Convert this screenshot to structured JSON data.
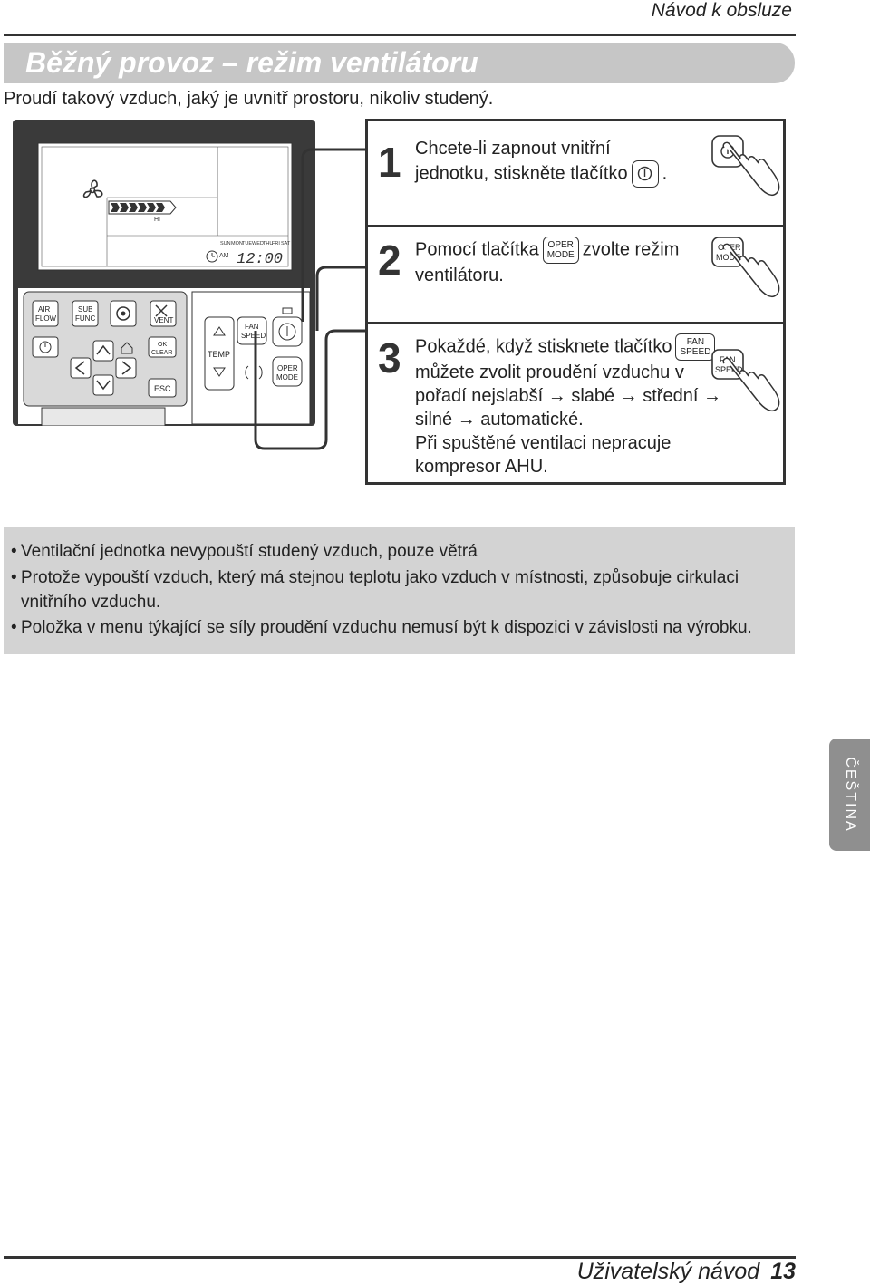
{
  "header": {
    "title": "Návod k obsluze"
  },
  "section": {
    "title": "Běžný provoz – režim ventilátoru",
    "subtitle": "Proudí takový vzduch, jaký je uvnitř prostoru, nikoliv studený."
  },
  "remote": {
    "display": {
      "fan_level": "HI",
      "days": [
        "SUN",
        "MON",
        "TUE",
        "WED",
        "THU",
        "FRI",
        "SAT"
      ],
      "ampm": "AM",
      "time": "12:00"
    },
    "buttons": {
      "air_flow": [
        "AIR",
        "FLOW"
      ],
      "sub_func": [
        "SUB",
        "FUNC"
      ],
      "vent": "VENT",
      "ok_clear": [
        "OK",
        "CLEAR"
      ],
      "esc": "ESC",
      "temp": "TEMP",
      "fan_speed": [
        "FAN",
        "SPEED"
      ],
      "oper_mode": [
        "OPER",
        "MODE"
      ]
    }
  },
  "steps": [
    {
      "number": "1",
      "line1": "Chcete-li zapnout vnitřní",
      "line2_pre": "jednotku, stiskněte tlačítko",
      "line2_post": "."
    },
    {
      "number": "2",
      "line1_pre": "Pomocí tlačítka",
      "line1_post": "zvolte režim",
      "line2": "ventilátoru."
    },
    {
      "number": "3",
      "line1_pre": "Pokaždé, když stisknete tlačítko",
      "line1_post": ",",
      "line2": "můžete zvolit proudění vzduchu v",
      "line3": "pořadí nejslabší → slabé → střední →",
      "line4": "silné → automatické.",
      "line5": "Při spuštěné ventilaci nepracuje",
      "line6": "kompresor AHU."
    }
  ],
  "notes": [
    "Ventilační jednotka nevypouští studený vzduch, pouze větrá",
    "Protože vypouští vzduch, který má stejnou teplotu jako vzduch v místnosti, způsobuje cirkulaci",
    "vnitřního vzduchu.",
    "Položka v menu týkající se síly proudění vzduchu nemusí být k dispozici v závislosti na výrobku."
  ],
  "language_tab": "ČEŠTINA",
  "footer": {
    "label": "Uživatelský návod",
    "page": "13"
  },
  "icons": [
    "fan-icon",
    "power-icon",
    "hand-press-icon",
    "clock-icon",
    "settings-icon",
    "home-icon",
    "arrow-icons"
  ]
}
